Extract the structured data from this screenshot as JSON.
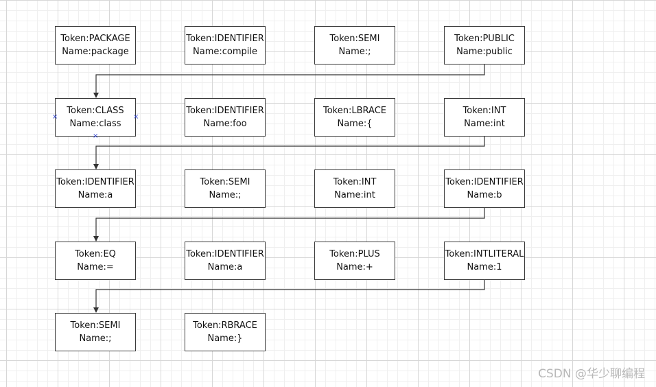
{
  "tokens": [
    {
      "token": "Token:PACKAGE",
      "name": "Name:package"
    },
    {
      "token": "Token:IDENTIFIER",
      "name": "Name:compile"
    },
    {
      "token": "Token:SEMI",
      "name": "Name:;"
    },
    {
      "token": "Token:PUBLIC",
      "name": "Name:public"
    },
    {
      "token": "Token:CLASS",
      "name": "Name:class"
    },
    {
      "token": "Token:IDENTIFIER",
      "name": "Name:foo"
    },
    {
      "token": "Token:LBRACE",
      "name": "Name:{"
    },
    {
      "token": "Token:INT",
      "name": "Name:int"
    },
    {
      "token": "Token:IDENTIFIER",
      "name": "Name:a"
    },
    {
      "token": "Token:SEMI",
      "name": "Name:;"
    },
    {
      "token": "Token:INT",
      "name": "Name:int"
    },
    {
      "token": "Token:IDENTIFIER",
      "name": "Name:b"
    },
    {
      "token": "Token:EQ",
      "name": "Name:="
    },
    {
      "token": "Token:IDENTIFIER",
      "name": "Name:a"
    },
    {
      "token": "Token:PLUS",
      "name": "Name:+"
    },
    {
      "token": "Token:INTLITERAL",
      "name": "Name:1"
    },
    {
      "token": "Token:SEMI",
      "name": "Name:;"
    },
    {
      "token": "Token:RBRACE",
      "name": "Name:}"
    }
  ],
  "selected_token_index": 4,
  "colors": {
    "border": "#3a3a3a",
    "connector": "#333333",
    "selection": "#2a3fd0",
    "watermark": "#b8b8b8"
  },
  "watermark": "CSDN @华少聊编程"
}
